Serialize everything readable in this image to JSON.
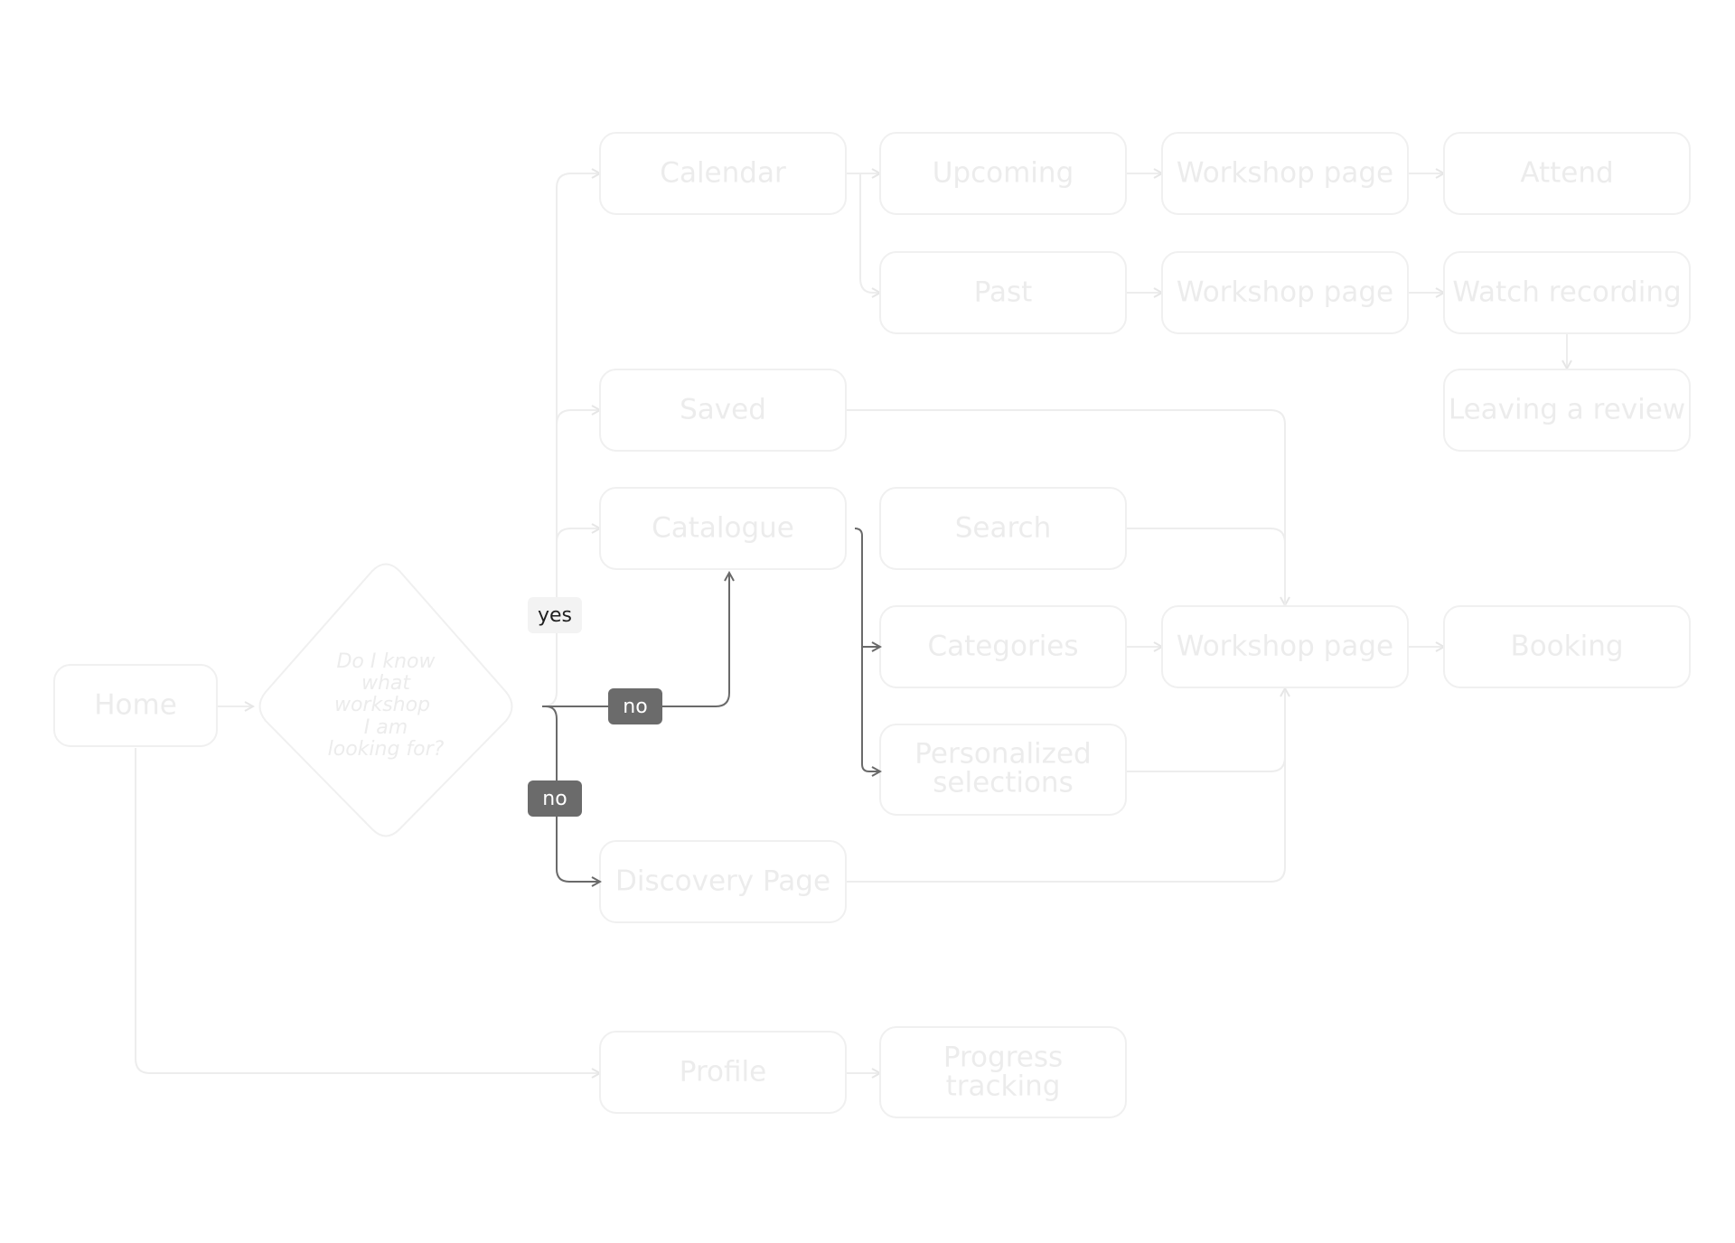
{
  "diagram": {
    "nodes": {
      "home": "Home",
      "decision": [
        "Do I know",
        "what",
        "workshop",
        "I am",
        "looking for?"
      ],
      "calendar": "Calendar",
      "upcoming": "Upcoming",
      "workshop_page_1": "Workshop page",
      "attend": "Attend",
      "past": "Past",
      "workshop_page_2": "Workshop page",
      "watch_recording": "Watch recording",
      "leaving_review": "Leaving a review",
      "saved": "Saved",
      "catalogue": "Catalogue",
      "search": "Search",
      "categories": "Categories",
      "workshop_page_3": "Workshop page",
      "booking": "Booking",
      "personalized": [
        "Personalized",
        "selections"
      ],
      "discovery": "Discovery Page",
      "profile": "Profile",
      "progress": [
        "Progress",
        "tracking"
      ]
    },
    "labels": {
      "yes": "yes",
      "no_catalogue": "no",
      "no_discovery": "no"
    }
  },
  "colors": {
    "node_border": "#f0f0f0",
    "node_text": "#ececec",
    "edge_faint": "#ededed",
    "edge_highlight": "#6a6a6a",
    "badge_dark": "#6b6b6b",
    "badge_light": "#f3f3f3"
  }
}
